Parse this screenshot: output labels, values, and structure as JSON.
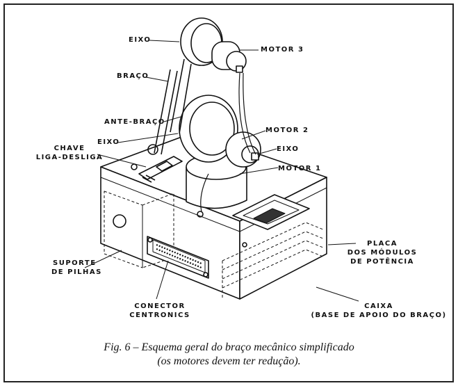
{
  "figure": {
    "labels": {
      "eixo_top": "EIXO",
      "motor3": "MOTOR 3",
      "braco": "BRAÇO",
      "ante_braco": "ANTE-BRAÇO",
      "eixo_mid": "EIXO",
      "motor2": "MOTOR 2",
      "eixo_right": "EIXO",
      "motor1": "MOTOR 1",
      "chave_line1": "CHAVE",
      "chave_line2": "LIGA-DESLIGA",
      "suporte_line1": "SUPORTE",
      "suporte_line2": "DE  PILHAS",
      "conector_line1": "CONECTOR",
      "conector_line2": "CENTRONICS",
      "placa_line1": "PLACA",
      "placa_line2": "DOS MÓDULOS",
      "placa_line3": "DE POTÊNCIA",
      "caixa_line1": "CAIXA",
      "caixa_line2": "(BASE DE APOIO DO BRAÇO)"
    },
    "caption_line1": "Fig. 6 – Esquema geral do braço mecânico simplificado",
    "caption_line2": "(os motores devem ter redução)."
  }
}
